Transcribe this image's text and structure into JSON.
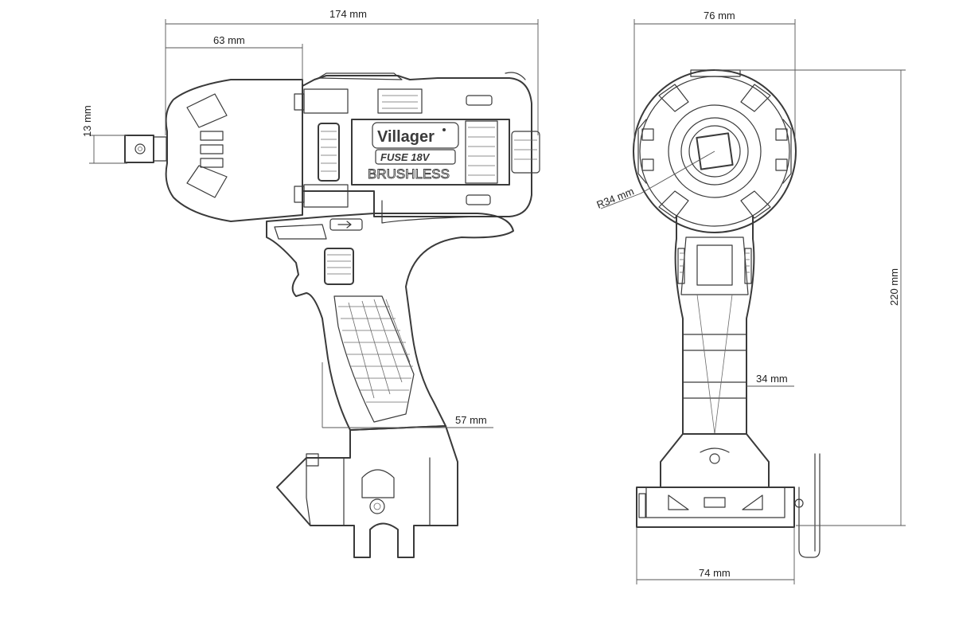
{
  "dimensions": {
    "total_length": "174 mm",
    "head_length": "63 mm",
    "anvil_size": "13 mm",
    "grip_width_side": "57 mm",
    "head_width": "76 mm",
    "head_radius": "R34 mm",
    "height": "220 mm",
    "grip_width_front": "34 mm",
    "base_width": "74 mm"
  },
  "branding": {
    "brand": "Villager",
    "series": "FUSE 18V",
    "motor": "BRUSHLESS"
  },
  "icons": {
    "direction_switch": "arrow-right-icon",
    "anvil_hole": "circle-icon",
    "belt_clip": "hook-icon"
  }
}
